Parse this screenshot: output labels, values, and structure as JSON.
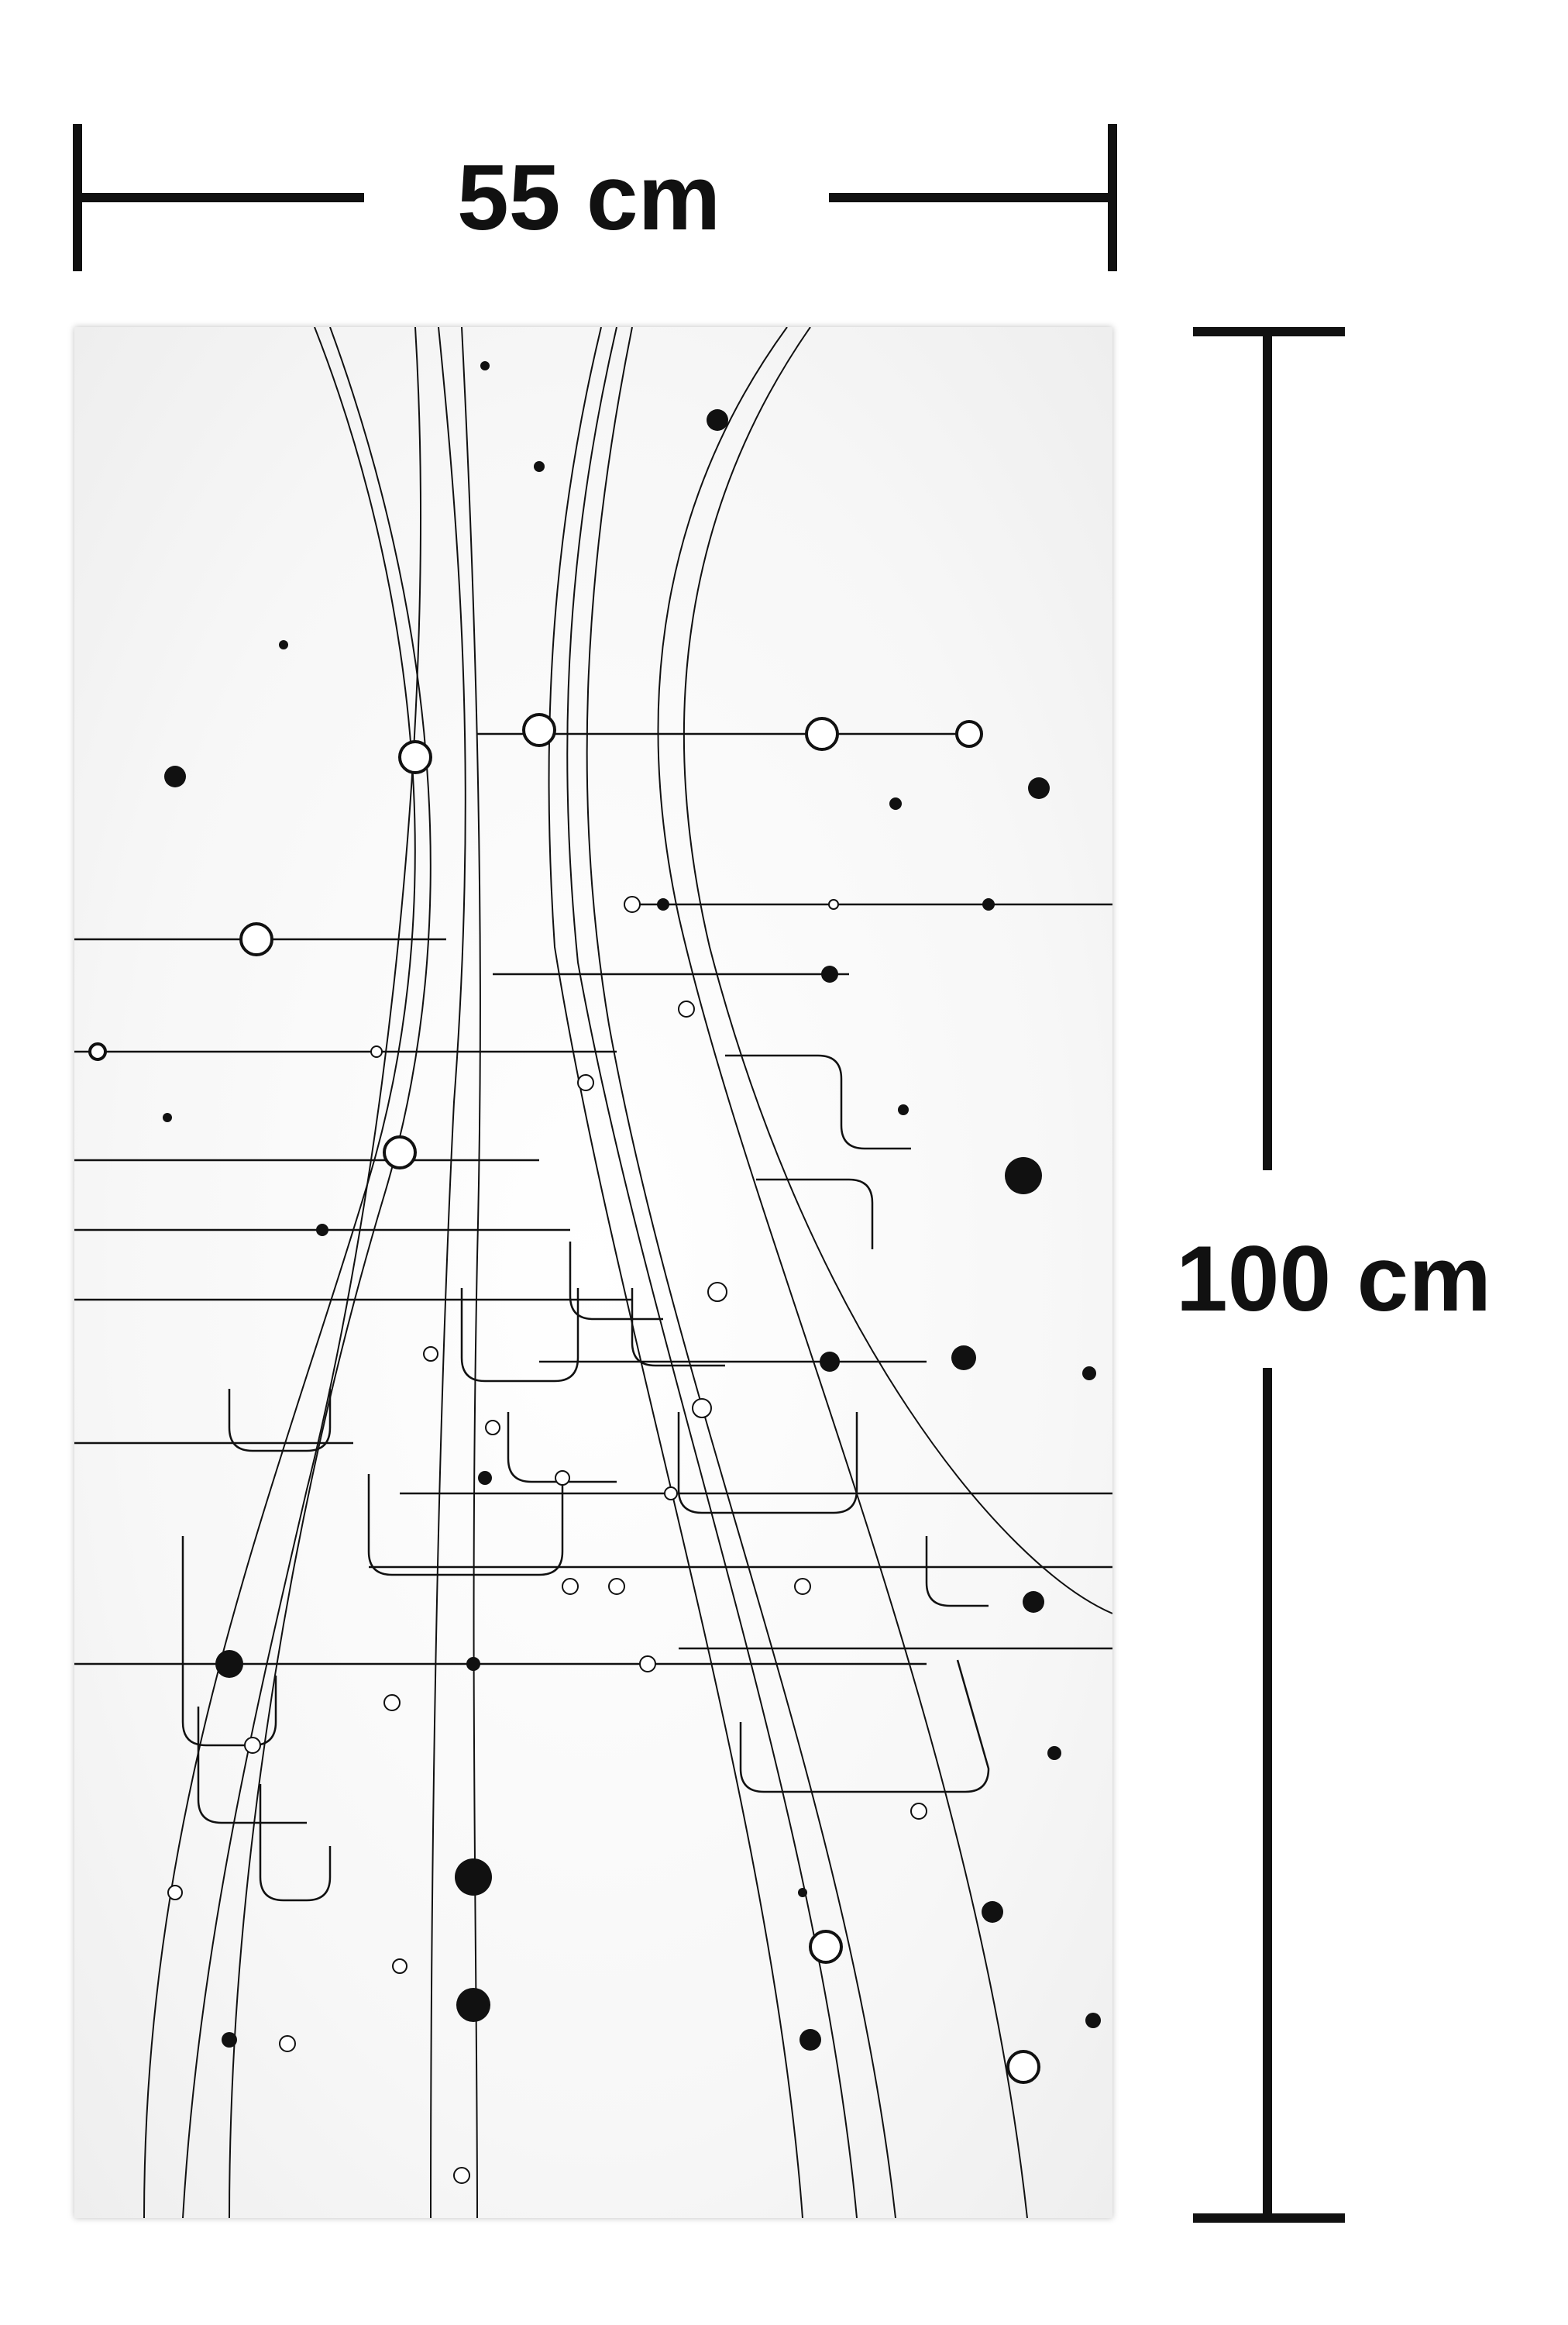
{
  "dimensions": {
    "width_label": "55 cm",
    "height_label": "100 cm"
  },
  "artwork": {
    "style": "abstract circuit line art",
    "colors": {
      "line": "#111111",
      "background": "#f4f4f4"
    }
  }
}
